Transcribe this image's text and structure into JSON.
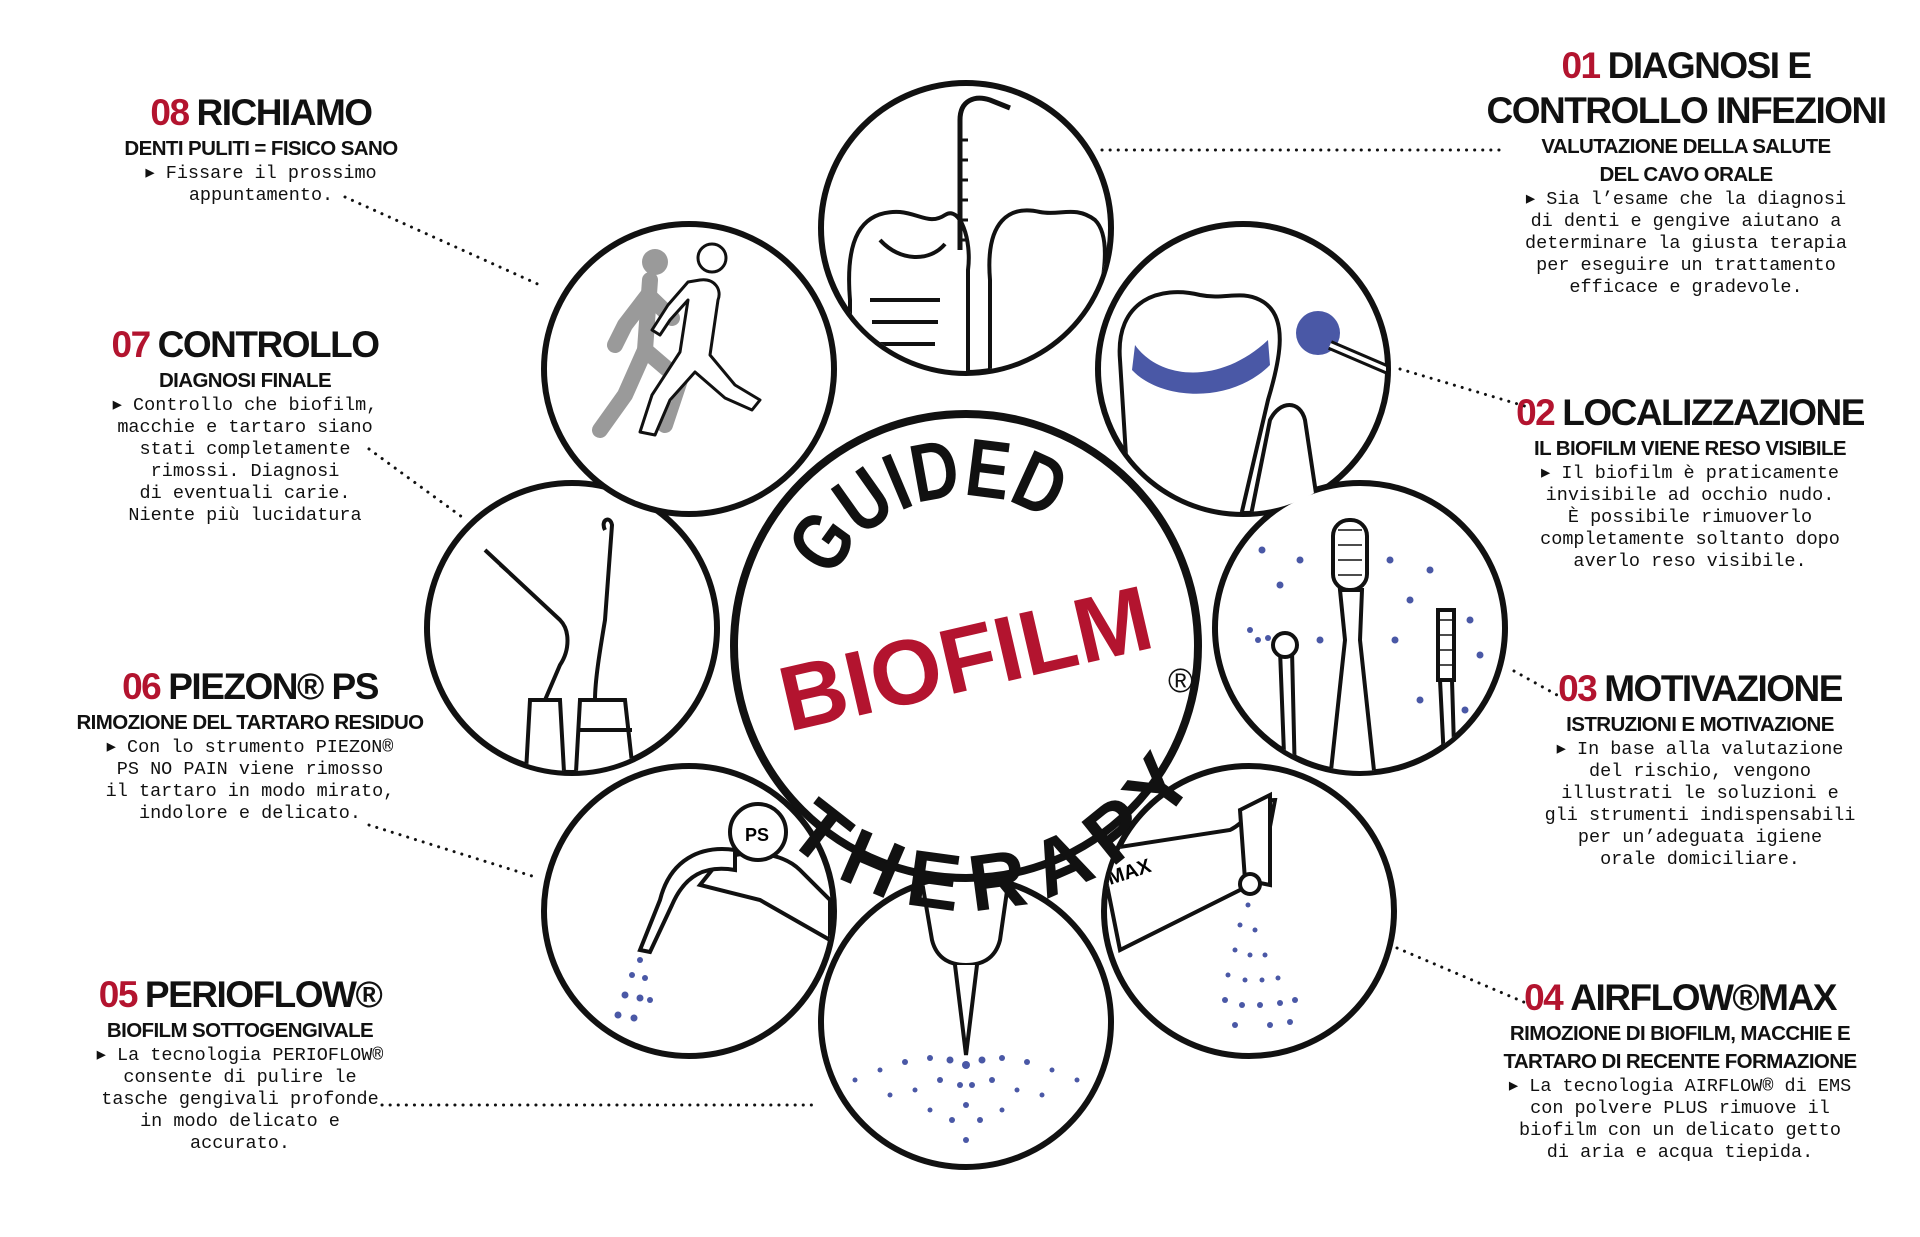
{
  "center": {
    "word_top": "GUIDED",
    "word_middle": "BIOFILM",
    "word_bottom": "THERAPY",
    "registered": "®"
  },
  "colors": {
    "accent_red": "#b3142f",
    "spray_blue": "#4a58a6",
    "ink": "#111111"
  },
  "illustration_labels": {
    "piezon_handpiece": "PS",
    "airflow_handpiece": "MAX"
  },
  "steps": [
    {
      "id": "01",
      "number": "01",
      "title": [
        "DIAGNOSI E",
        "CONTROLLO INFEZIONI"
      ],
      "title_reg": "",
      "subtitle": [
        "VALUTAZIONE DELLA SALUTE",
        "DEL CAVO ORALE"
      ],
      "body": [
        "▸ Sia l’esame che la diagnosi",
        "di denti e gengive aiutano a",
        "determinare la giusta terapia",
        "per eseguire un trattamento",
        "efficace e gradevole."
      ]
    },
    {
      "id": "02",
      "number": "02",
      "title": [
        "LOCALIZZAZIONE"
      ],
      "title_reg": "",
      "subtitle": [
        "IL BIOFILM VIENE RESO VISIBILE"
      ],
      "body": [
        "▸ Il biofilm è praticamente",
        "invisibile ad occhio nudo.",
        "È possibile rimuoverlo",
        "completamente soltanto dopo",
        "averlo reso visibile."
      ]
    },
    {
      "id": "03",
      "number": "03",
      "title": [
        "MOTIVAZIONE"
      ],
      "title_reg": "",
      "subtitle": [
        "ISTRUZIONI E MOTIVAZIONE"
      ],
      "body": [
        "▸ In base alla valutazione",
        "del rischio, vengono",
        "illustrati le soluzioni e",
        "gli strumenti indispensabili",
        "per un’adeguata igiene",
        "orale domiciliare."
      ]
    },
    {
      "id": "04",
      "number": "04",
      "title": [
        "AIRFLOW®MAX"
      ],
      "title_reg": "",
      "subtitle": [
        "RIMOZIONE DI BIOFILM, MACCHIE E",
        "TARTARO DI RECENTE FORMAZIONE"
      ],
      "body": [
        "▸ La tecnologia AIRFLOW® di EMS",
        "con polvere PLUS rimuove il",
        "biofilm con un delicato getto",
        "di aria e acqua tiepida."
      ]
    },
    {
      "id": "05",
      "number": "05",
      "title": [
        "PERIOFLOW®"
      ],
      "title_reg": "",
      "subtitle": [
        "BIOFILM SOTTOGENGIVALE"
      ],
      "body": [
        "▸ La tecnologia PERIOFLOW®",
        "consente di pulire le",
        "tasche gengivali profonde",
        "in modo delicato e",
        "accurato."
      ]
    },
    {
      "id": "06",
      "number": "06",
      "title": [
        "PIEZON® PS"
      ],
      "title_reg": "",
      "subtitle": [
        "RIMOZIONE DEL TARTARO RESIDUO"
      ],
      "body": [
        "▸ Con lo strumento PIEZON®",
        "PS NO PAIN viene rimosso",
        "il tartaro in modo mirato,",
        "indolore e delicato."
      ]
    },
    {
      "id": "07",
      "number": "07",
      "title": [
        "CONTROLLO"
      ],
      "title_reg": "",
      "subtitle": [
        "DIAGNOSI FINALE"
      ],
      "body": [
        "▸ Controllo che biofilm,",
        "macchie e tartaro siano",
        "stati completamente",
        "rimossi. Diagnosi",
        "di eventuali carie.",
        "Niente più lucidatura"
      ]
    },
    {
      "id": "08",
      "number": "08",
      "title": [
        "RICHIAMO"
      ],
      "title_reg": "",
      "subtitle": [
        "DENTI PULITI = FISICO SANO"
      ],
      "body": [
        "▸ Fissare il prossimo",
        "appuntamento."
      ]
    }
  ]
}
